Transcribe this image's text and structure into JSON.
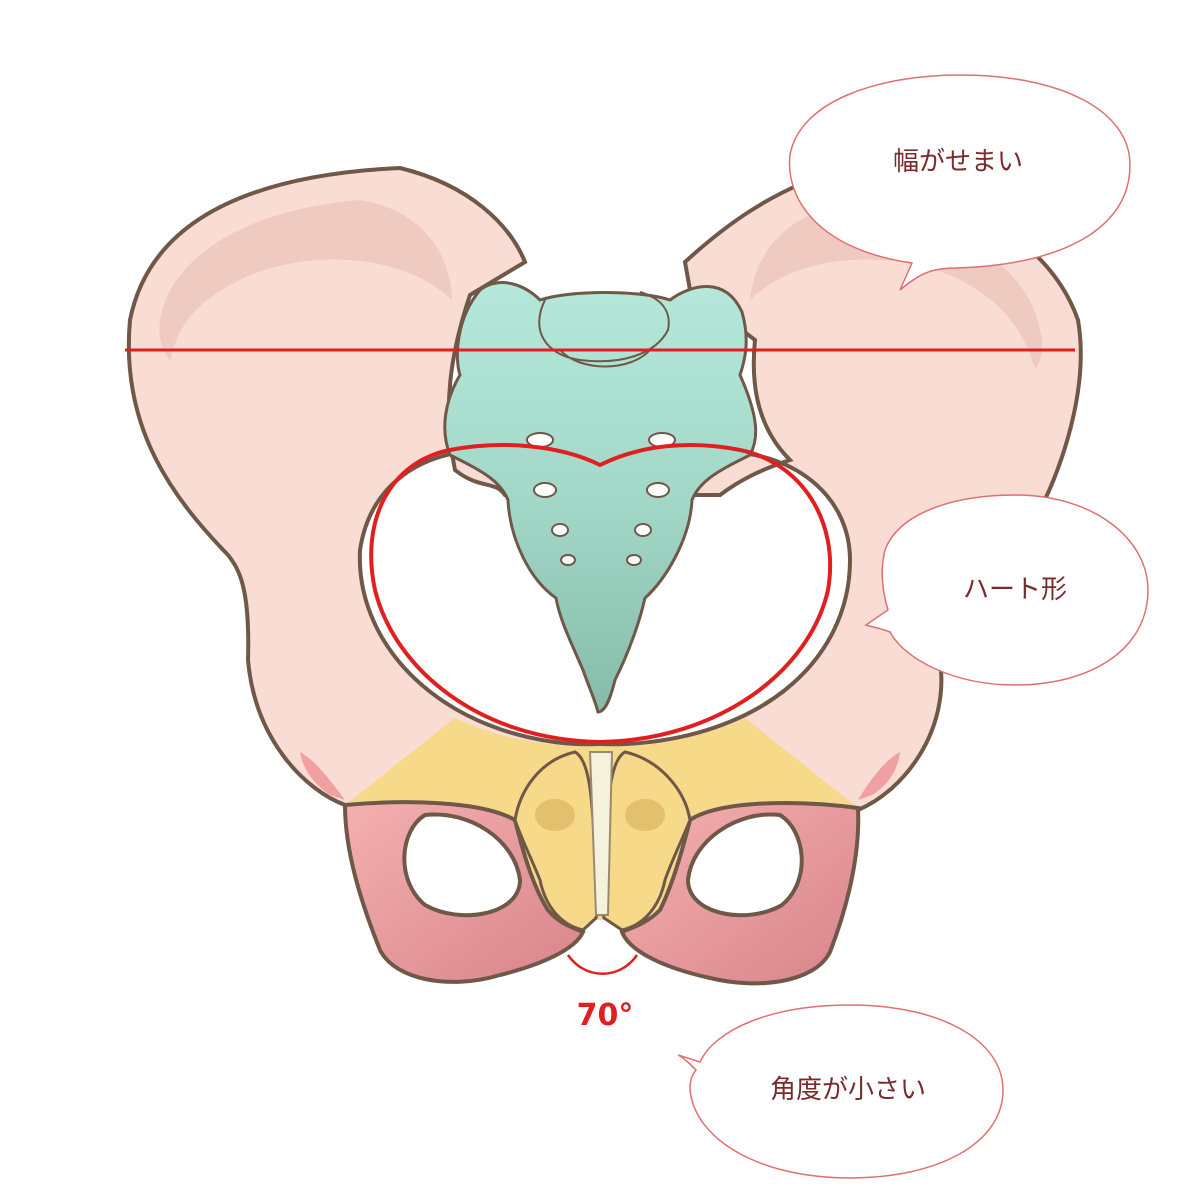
{
  "callouts": {
    "narrow_width": "幅がせまい",
    "heart_shape": "ハート形",
    "small_angle": "角度が小さい"
  },
  "angle_label": "70°",
  "colors": {
    "ilium": "#f9dcd4",
    "ilium_shadow": "#e8bdb3",
    "sacrum_top": "#b5e8da",
    "sacrum_bottom": "#8fc4b2",
    "pubis": "#f7d98a",
    "ischium": "#f1a3a3",
    "ischium_dark": "#d97f84",
    "outline": "#6f5848",
    "annotation_red": "#e02020",
    "bubble_border": "#e07070"
  }
}
